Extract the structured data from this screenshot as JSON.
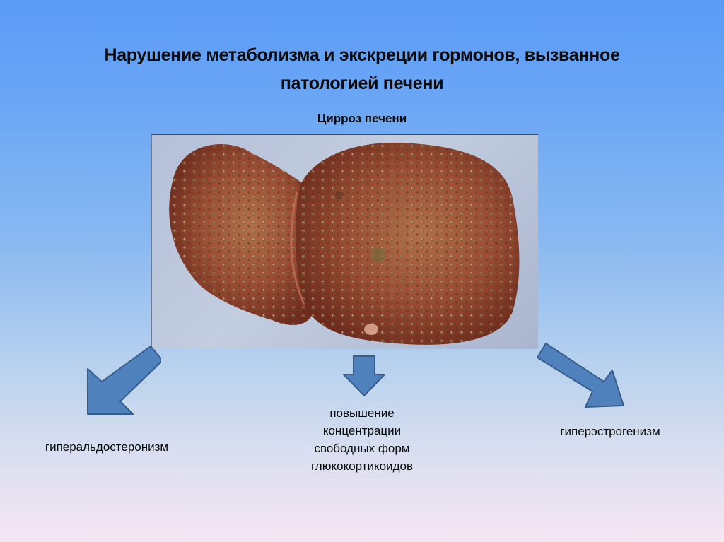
{
  "slide": {
    "title_line1": "Нарушение метаболизма и экскреции гормонов, вызванное",
    "title_line2": "патологией печени",
    "subtitle": "Цирроз печени",
    "image": {
      "description": "cirrhotic liver specimen photograph"
    },
    "outcomes": [
      {
        "label": "гиперальдостеронизм",
        "arrow_direction": "down-left"
      },
      {
        "lines": [
          "повышение",
          "концентрации",
          "свободных форм",
          "глюкокортикоидов"
        ],
        "arrow_direction": "down"
      },
      {
        "label": "гиперэстрогенизм",
        "arrow_direction": "down-right"
      }
    ],
    "colors": {
      "arrow_fill": "#4f81bd",
      "arrow_stroke": "#385d8a",
      "background_top": "#5a9bf7",
      "background_bottom": "#f6e6f4"
    }
  }
}
